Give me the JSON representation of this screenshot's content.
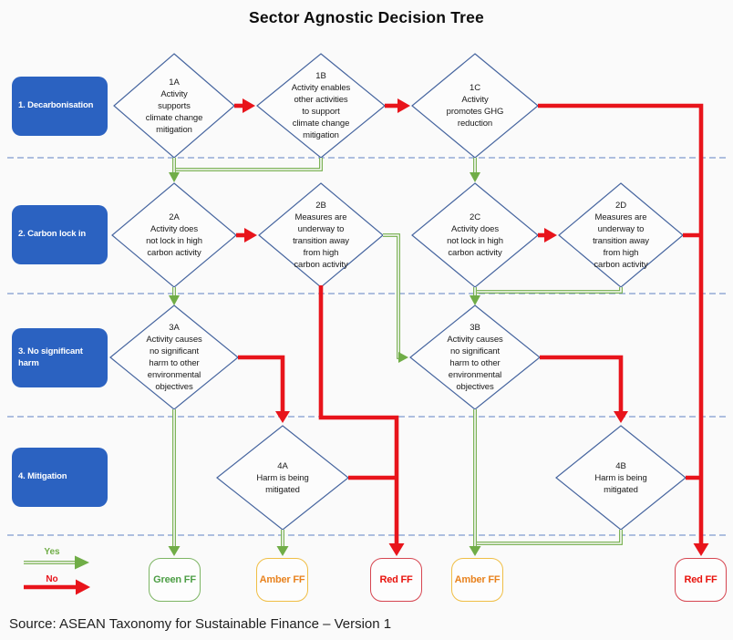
{
  "title": "Sector Agnostic Decision Tree",
  "stages": [
    {
      "label": "1. Decarbonisation"
    },
    {
      "label": "2. Carbon lock in"
    },
    {
      "label": "3. No significant\nharm"
    },
    {
      "label": "4. Mitigation"
    }
  ],
  "nodes": {
    "1A": {
      "text": "1A\nActivity\nsupports\nclimate change\nmitigation"
    },
    "1B": {
      "text": "1B\nActivity enables\nother activities\nto support\nclimate change\nmitigation"
    },
    "1C": {
      "text": "1C\nActivity\npromotes GHG\nreduction"
    },
    "2A": {
      "text": "2A\nActivity does\nnot lock in high\ncarbon activity"
    },
    "2B": {
      "text": "2B\nMeasures are\nunderway to\ntransition away\nfrom high\ncarbon activity"
    },
    "2C": {
      "text": "2C\nActivity does\nnot lock in high\ncarbon activity"
    },
    "2D": {
      "text": "2D\nMeasures are\nunderway to\ntransition away\nfrom high\ncarbon activity"
    },
    "3A": {
      "text": "3A\nActivity causes\nno significant\nharm to other\nenvironmental\nobjectives"
    },
    "3B": {
      "text": "3B\nActivity causes\nno significant\nharm to other\nenvironmental\nobjectives"
    },
    "4A": {
      "text": "4A\nHarm is being\nmitigated"
    },
    "4B": {
      "text": "4B\nHarm is being\nmitigated"
    }
  },
  "outcomes": [
    {
      "label": "Green FF",
      "type": "green"
    },
    {
      "label": "Amber FF",
      "type": "amber"
    },
    {
      "label": "Red FF",
      "type": "red"
    },
    {
      "label": "Amber FF",
      "type": "amber"
    },
    {
      "label": "Red FF",
      "type": "red"
    }
  ],
  "legend": {
    "yes_label": "Yes",
    "no_label": "No"
  },
  "source": "Source: ASEAN Taxonomy for Sustainable Finance – Version 1",
  "colors": {
    "yes_green": "#70ad47",
    "no_red": "#e8141b",
    "stage_blue": "#2b62c1",
    "node_border": "#46659f",
    "separator": "#93a9d6",
    "background": "#fafafa",
    "green_ff_border": "#7db564",
    "green_ff_text": "#4d9e45",
    "amber_ff_border": "#f0be45",
    "amber_ff_text": "#e8821e",
    "red_ff_border": "#d64550",
    "red_ff_text": "#e8120c"
  }
}
